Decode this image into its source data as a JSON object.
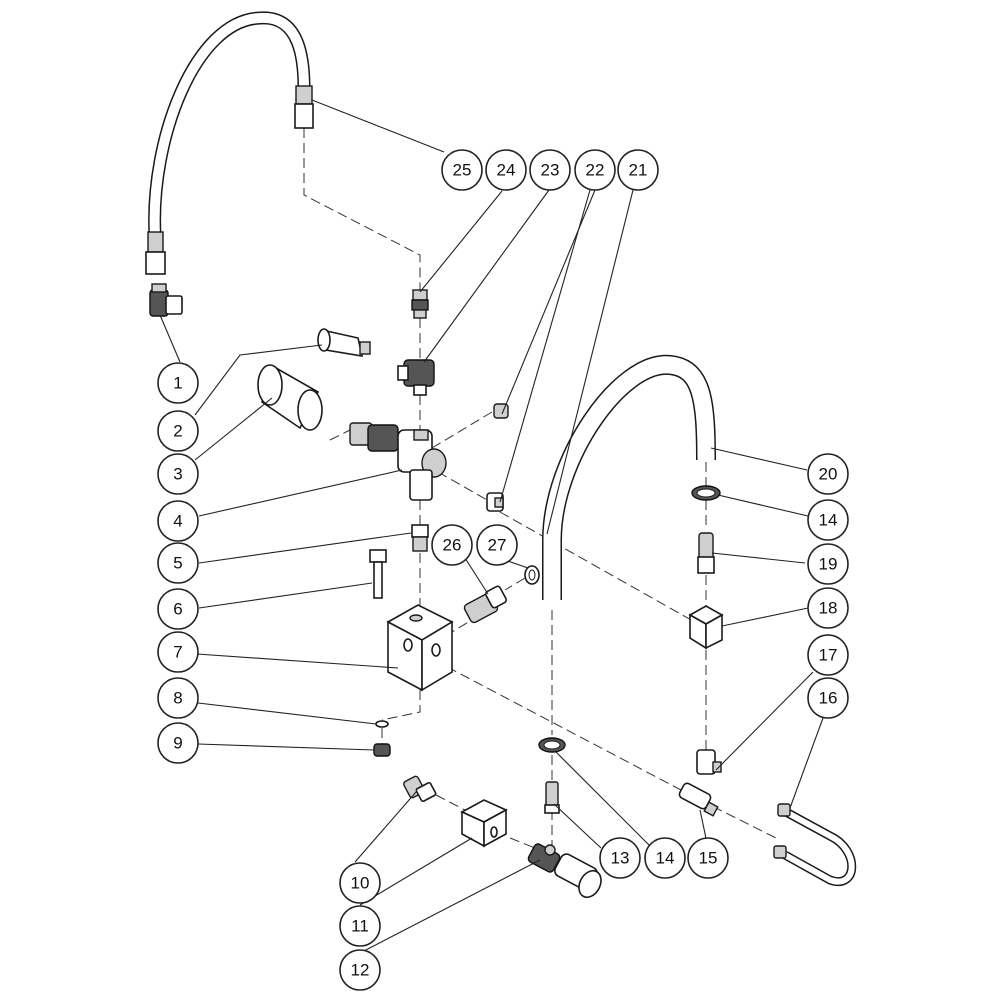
{
  "callouts": [
    {
      "id": "1",
      "label": "1"
    },
    {
      "id": "2",
      "label": "2"
    },
    {
      "id": "3",
      "label": "3"
    },
    {
      "id": "4",
      "label": "4"
    },
    {
      "id": "5",
      "label": "5"
    },
    {
      "id": "6",
      "label": "6"
    },
    {
      "id": "7",
      "label": "7"
    },
    {
      "id": "8",
      "label": "8"
    },
    {
      "id": "9",
      "label": "9"
    },
    {
      "id": "10",
      "label": "10"
    },
    {
      "id": "11",
      "label": "11"
    },
    {
      "id": "12",
      "label": "12"
    },
    {
      "id": "13",
      "label": "13"
    },
    {
      "id": "14a",
      "label": "14"
    },
    {
      "id": "15",
      "label": "15"
    },
    {
      "id": "16",
      "label": "16"
    },
    {
      "id": "17",
      "label": "17"
    },
    {
      "id": "18",
      "label": "18"
    },
    {
      "id": "19",
      "label": "19"
    },
    {
      "id": "14b",
      "label": "14"
    },
    {
      "id": "20",
      "label": "20"
    },
    {
      "id": "21",
      "label": "21"
    },
    {
      "id": "22",
      "label": "22"
    },
    {
      "id": "23",
      "label": "23"
    },
    {
      "id": "24",
      "label": "24"
    },
    {
      "id": "25",
      "label": "25"
    },
    {
      "id": "26",
      "label": "26"
    },
    {
      "id": "27",
      "label": "27"
    }
  ]
}
